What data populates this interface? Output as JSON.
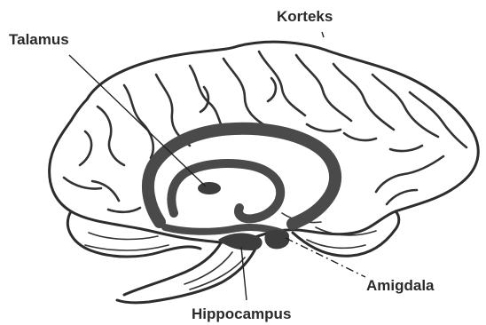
{
  "labels": {
    "korteks": "Korteks",
    "talamus": "Talamus",
    "amigdala": "Amigdala",
    "hippocampus": "Hippocampus"
  },
  "colors": {
    "ink": "#2d2d2d",
    "limbic_band": "#4a4a4a",
    "background": "#ffffff"
  }
}
